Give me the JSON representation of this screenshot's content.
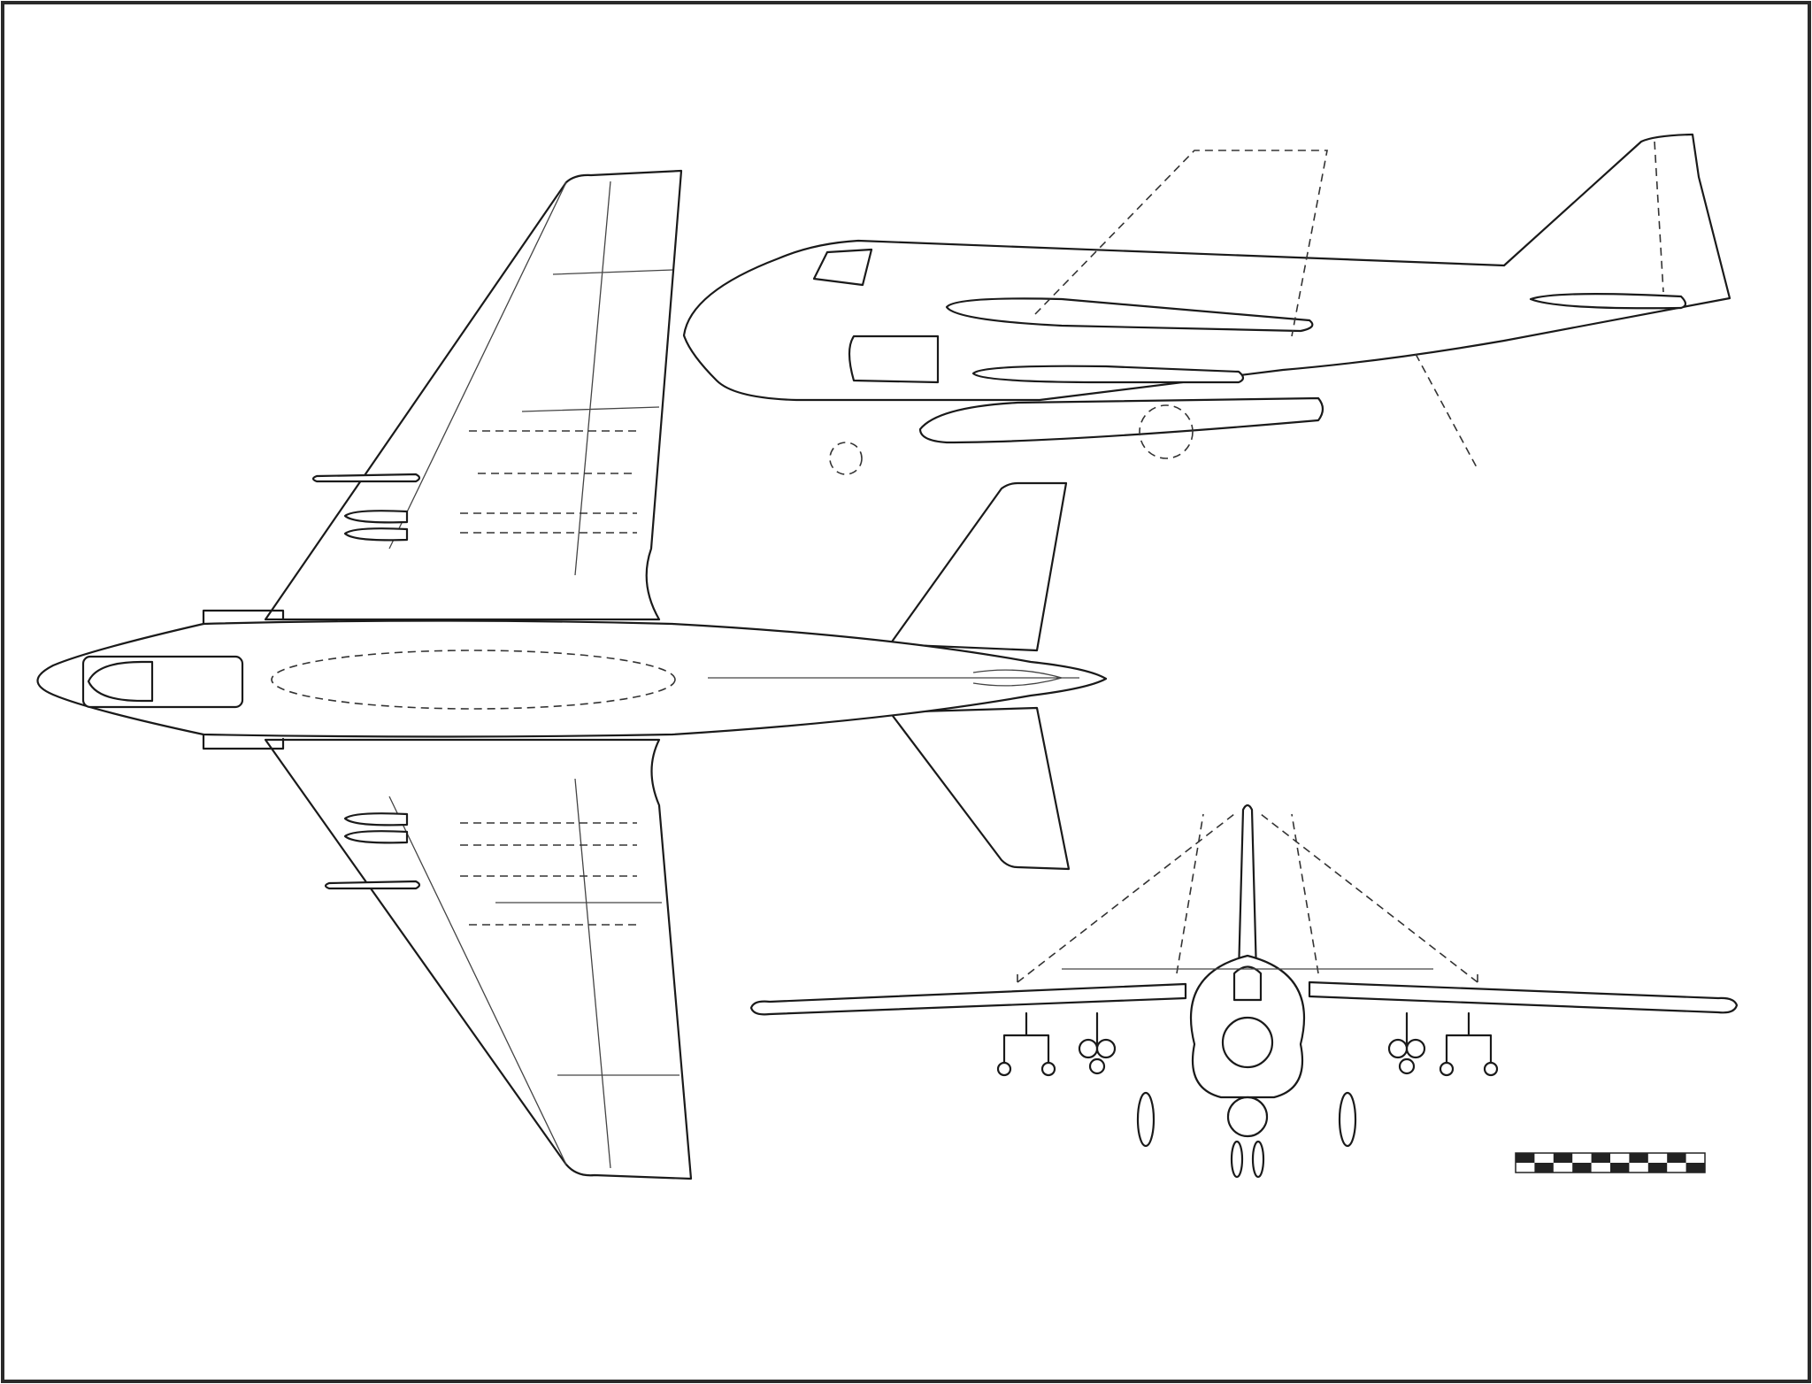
{
  "figure": {
    "views": [
      "plan-view",
      "side-view",
      "front-view"
    ],
    "scale_bar": {
      "segments": 10
    },
    "colors": {
      "line": "#1a1a1a",
      "background": "#ffffff",
      "frame": "#2a2a2a"
    }
  }
}
